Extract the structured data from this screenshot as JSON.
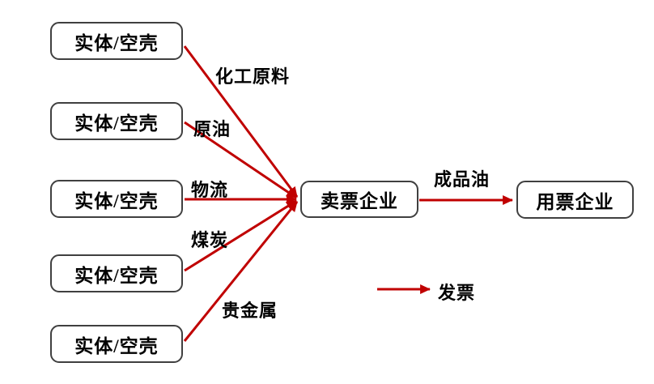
{
  "diagram": {
    "source_boxes": [
      {
        "label": "实体/空壳"
      },
      {
        "label": "实体/空壳"
      },
      {
        "label": "实体/空壳"
      },
      {
        "label": "实体/空壳"
      },
      {
        "label": "实体/空壳"
      }
    ],
    "seller_box": {
      "label": "卖票企业"
    },
    "user_box": {
      "label": "用票企业"
    },
    "edge_labels": {
      "chemical": "化工原料",
      "crude_oil": "原油",
      "logistics": "物流",
      "coal": "煤炭",
      "precious_metal": "贵金属",
      "refined_oil": "成品油"
    },
    "legend": {
      "arrow_meaning": "发票"
    },
    "colors": {
      "arrow": "#c00000",
      "box_border": "#404040",
      "text": "#000000",
      "background": "#ffffff"
    }
  }
}
